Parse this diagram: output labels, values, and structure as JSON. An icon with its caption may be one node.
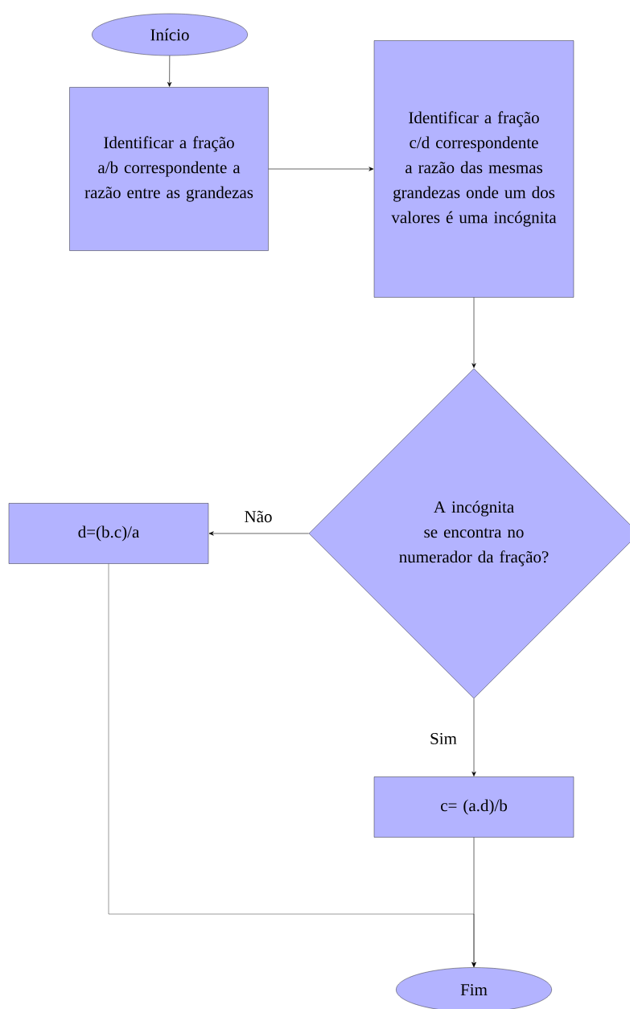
{
  "diagram": {
    "nodes": [
      {
        "text": [
          "Início"
        ]
      },
      {
        "text": [
          "Identificar a fração a/b correspondente a razão entre as grandezas"
        ]
      },
      {
        "text": [
          "Identificar a fração c/d correspondente a razão das mesmas grandezas onde um dos valores é uma incógnita"
        ]
      },
      {
        "text": [
          "A incógnita se encontra no numerador da fração?"
        ]
      },
      {
        "text": [
          "d=(b.c)/a"
        ]
      },
      {
        "text": [
          "c= (a.d)/b"
        ]
      },
      {
        "text": [
          "Fim"
        ]
      }
    ],
    "edges": [
      {
        "from": 0,
        "to": 1,
        "arrow": "to"
      },
      {
        "from": 1,
        "to": 2,
        "arrow": "to"
      },
      {
        "from": 2,
        "to": 3,
        "arrow": "to"
      },
      {
        "from": 3,
        "to": 4,
        "arrow": "to",
        "label": "Não"
      },
      {
        "from": 3,
        "to": 5,
        "arrow": "to",
        "label": "Sim"
      },
      {
        "from": 5,
        "to": 6,
        "arrow": "to"
      },
      {
        "from": 4,
        "to": 6,
        "arrow": "to"
      }
    ]
  }
}
